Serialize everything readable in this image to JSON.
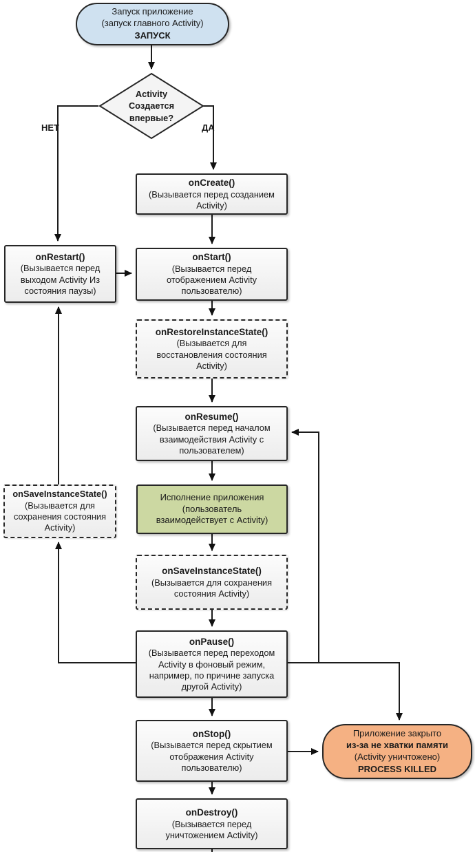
{
  "flowchart": {
    "start": {
      "line1": "Запуск приложение",
      "line2": "(запуск главного Activity)",
      "line3": "ЗАПУСК"
    },
    "decision": {
      "line1": "Activity",
      "line2": "Создается",
      "line3": "впервые?"
    },
    "labels": {
      "no": "НЕТ",
      "yes": "ДА"
    },
    "oncreate": {
      "title": "onCreate()",
      "desc": "(Вызывается перед созданием Activity)"
    },
    "onrestart": {
      "title": "onRestart()",
      "desc": "(Вызывается перед выходом Activity Из состояния паузы)"
    },
    "onstart": {
      "title": "onStart()",
      "desc": "(Вызывается перед отображением Activity пользователю)"
    },
    "onrestore": {
      "title": "onRestoreInstanceState()",
      "desc": "(Вызывается для восстановления состояния Activity)"
    },
    "onresume": {
      "title": "onResume()",
      "desc": "(Вызывается перед началом взаимодействия Activity с пользователем)"
    },
    "running": {
      "line1": "Исполнение приложения",
      "line2": "(пользователь",
      "line3": "взаимодействует с Activity)"
    },
    "onsave_left": {
      "title": "onSaveInstanceState()",
      "desc": "(Вызывается для сохранения состояния Activity)"
    },
    "onsave_center": {
      "title": "onSaveInstanceState()",
      "desc": "(Вызывается для сохранения состояния Activity)"
    },
    "onpause": {
      "title": "onPause()",
      "desc": "(Вызывается перед переходом Activity в фоновый режим, например, по причине запуска другой Activity)"
    },
    "onstop": {
      "title": "onStop()",
      "desc": "(Вызывается перед скрытием отображения Activity пользователю)"
    },
    "killed": {
      "line1": "Приложение закрыто",
      "line2": "из-за не хватки памяти",
      "line3": "(Activity уничтожено)",
      "line4": "PROCESS KILLED"
    },
    "ondestroy": {
      "title": "onDestroy()",
      "desc": "(Вызывается перед уничтожением Activity)"
    },
    "colors": {
      "start_fill": "#cfe1f0",
      "running_fill": "#ccd8a2",
      "killed_fill": "#f5b183",
      "box_fill_top": "#fcfcfc",
      "box_fill_bottom": "#ececec",
      "border": "#262626"
    }
  }
}
